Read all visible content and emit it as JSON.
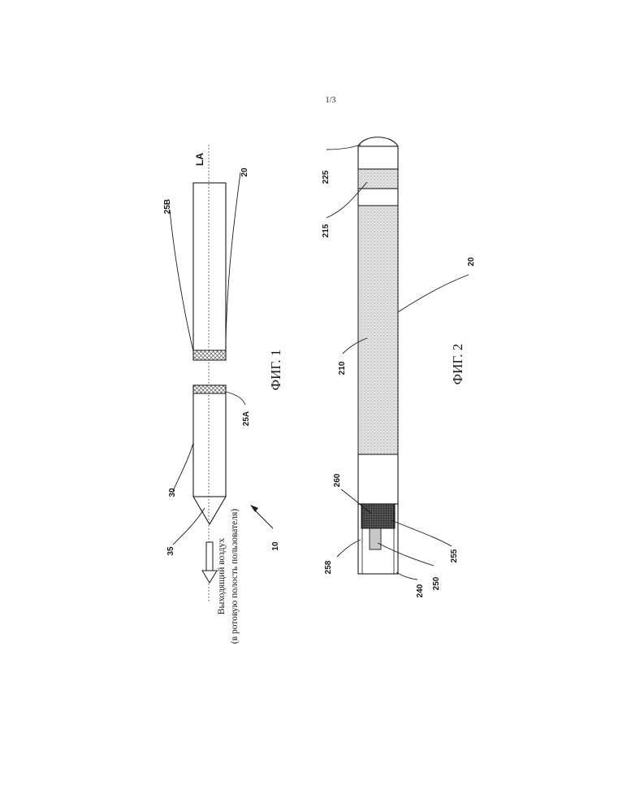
{
  "page_number": "1/3",
  "figure1": {
    "caption": "ФИГ. 1",
    "axis_label": "LA",
    "labels": {
      "l20": "20",
      "l25B": "25B",
      "l25A": "25A",
      "l30": "30",
      "l35": "35",
      "l10": "10"
    },
    "airflow_line1": "Выходящий воздух",
    "airflow_line2": "(в ротовую полость пользователя)"
  },
  "figure2": {
    "caption": "ФИГ. 2",
    "labels": {
      "l225": "225",
      "l215": "215",
      "l20": "20",
      "l210": "210",
      "l260": "260",
      "l258": "258",
      "l255": "255",
      "l250": "250",
      "l240": "240"
    }
  },
  "colors": {
    "ink": "#1a1a1a",
    "stipple": "#d6d6d6",
    "crosshatch": "#9a9a9a"
  }
}
